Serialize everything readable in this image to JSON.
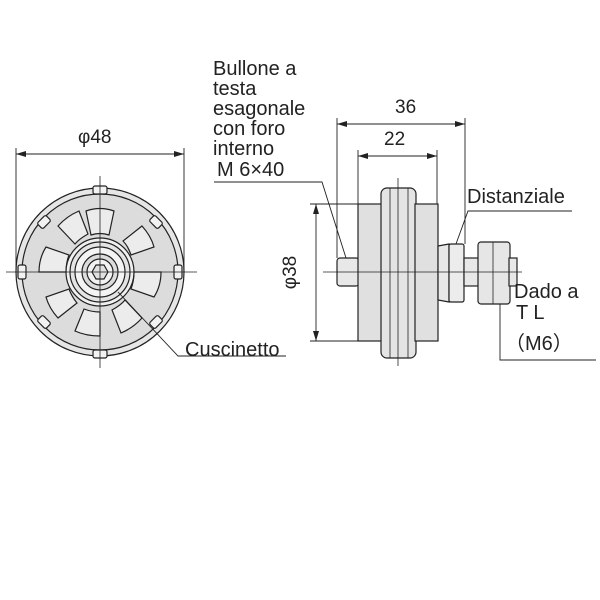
{
  "front_view": {
    "diameter_label": "φ48",
    "bearing_label": "Cuscinetto"
  },
  "side_view": {
    "width_label": "36",
    "wheel_width_label": "22",
    "diameter_label": "φ38",
    "bolt_label": [
      "Bullone a",
      "testa",
      "esagonale",
      "con foro",
      "interno",
      "M 6×40"
    ],
    "spacer_label": "Distanziale",
    "nut_label": [
      "Dado a",
      "T L",
      "（M6）"
    ]
  },
  "colors": {
    "line": "#222222",
    "body_fill": "#e2e2e2",
    "light_fill": "#eeeeee"
  }
}
